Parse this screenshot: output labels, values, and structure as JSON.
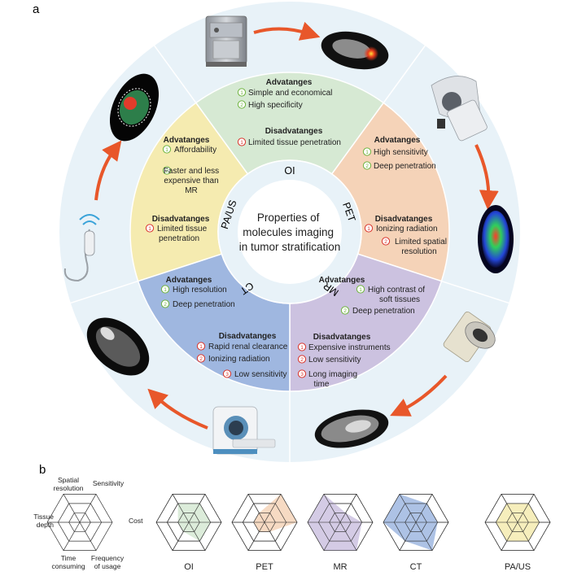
{
  "panel_a_label": "a",
  "panel_b_label": "b",
  "center_text": [
    "Properties of",
    "molecules imaging",
    "in tumor stratification"
  ],
  "modalities": {
    "oi": {
      "name": "OI",
      "color": "#d6e9d3",
      "adv_title": "Advatanges",
      "advantages": [
        "Simple and economical",
        "High specificity"
      ],
      "dis_title": "Disadvatanges",
      "disadvantages": [
        "Limited tissue penetration"
      ]
    },
    "pet": {
      "name": "PET",
      "color": "#f5d3b8",
      "adv_title": "Advatanges",
      "advantages": [
        "High sensitivity",
        "Deep penetration"
      ],
      "dis_title": "Disadvatanges",
      "disadvantages": [
        [
          "Ionizing radiation"
        ],
        [
          "Limited spatial",
          "resolution"
        ]
      ]
    },
    "mr": {
      "name": "MR",
      "color": "#ccc2e0",
      "adv_title": "Advatanges",
      "advantages": [
        [
          "High contrast of",
          "soft tissues"
        ],
        [
          "Deep penetration"
        ]
      ],
      "dis_title": "Disadvatanges",
      "disadvantages": [
        [
          "Expensive instruments"
        ],
        [
          "Low sensitivity"
        ],
        [
          "Long imaging",
          "time"
        ]
      ]
    },
    "ct": {
      "name": "CT",
      "color": "#9fb7e0",
      "adv_title": "Advatanges",
      "advantages": [
        "High resolution",
        "Deep penetration"
      ],
      "dis_title": "Disadvatanges",
      "disadvantages": [
        "Rapid renal clearance",
        "Ionizing radiation",
        "Low sensitivity"
      ]
    },
    "paus": {
      "name": "PA/US",
      "color": "#f5ebb0",
      "adv_title": "Advatanges",
      "advantages": [
        [
          "Affordability"
        ],
        [
          "Faster and less",
          "expensive than",
          "MR"
        ]
      ],
      "dis_title": "Disadvatanges",
      "disadvantages": [
        [
          "Limited tissue",
          "penetration"
        ]
      ]
    }
  },
  "radar_axes": {
    "spatial_resolution": [
      "Spatial",
      "resolution"
    ],
    "sensitivity": "Sensitivity",
    "cost": "Cost",
    "frequency": [
      "Frequency",
      "of usage"
    ],
    "time": [
      "Time",
      "consuming"
    ],
    "depth": [
      "Tissue",
      "depth"
    ]
  },
  "chart_data": {
    "type": "radar",
    "axes": [
      "Spatial resolution",
      "Sensitivity",
      "Cost",
      "Frequency of usage",
      "Time consuming",
      "Tissue depth"
    ],
    "scale": [
      0,
      3
    ],
    "series": [
      {
        "name": "OI",
        "color": "#d6e9d3",
        "values": [
          2.0,
          2.0,
          2.0,
          2.0,
          1.0,
          1.0
        ]
      },
      {
        "name": "PET",
        "color": "#f5d3b8",
        "values": [
          1.0,
          3.0,
          3.0,
          1.0,
          1.0,
          1.0
        ]
      },
      {
        "name": "MR",
        "color": "#ccc2e0",
        "values": [
          3.0,
          1.0,
          2.0,
          3.0,
          3.0,
          3.0
        ]
      },
      {
        "name": "CT",
        "color": "#9fb7e0",
        "values": [
          3.0,
          2.0,
          2.0,
          3.0,
          2.0,
          3.0
        ]
      },
      {
        "name": "PA/US",
        "color": "#f5ebb0",
        "values": [
          2.0,
          2.0,
          2.0,
          2.0,
          2.0,
          2.0
        ]
      }
    ]
  }
}
